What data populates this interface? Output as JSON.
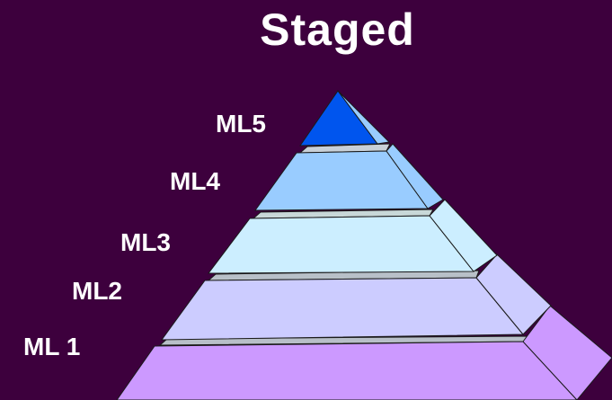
{
  "title": "Staged",
  "levels": [
    {
      "label": "ML 1",
      "front": "#cc99ff",
      "side": "#cc99ff",
      "step": "#b8bfc8"
    },
    {
      "label": "ML2",
      "front": "#ccccff",
      "side": "#ccccff",
      "step": "#b8c0c8"
    },
    {
      "label": "ML3",
      "front": "#cceeff",
      "side": "#cceeff",
      "step": "#c8d8d8"
    },
    {
      "label": "ML4",
      "front": "#99ccff",
      "side": "#99ccff",
      "step": "#c8d0d8"
    },
    {
      "label": "ML5",
      "front": "#0055ee",
      "side": "#99ccff",
      "step": "#c8d0d8"
    }
  ]
}
